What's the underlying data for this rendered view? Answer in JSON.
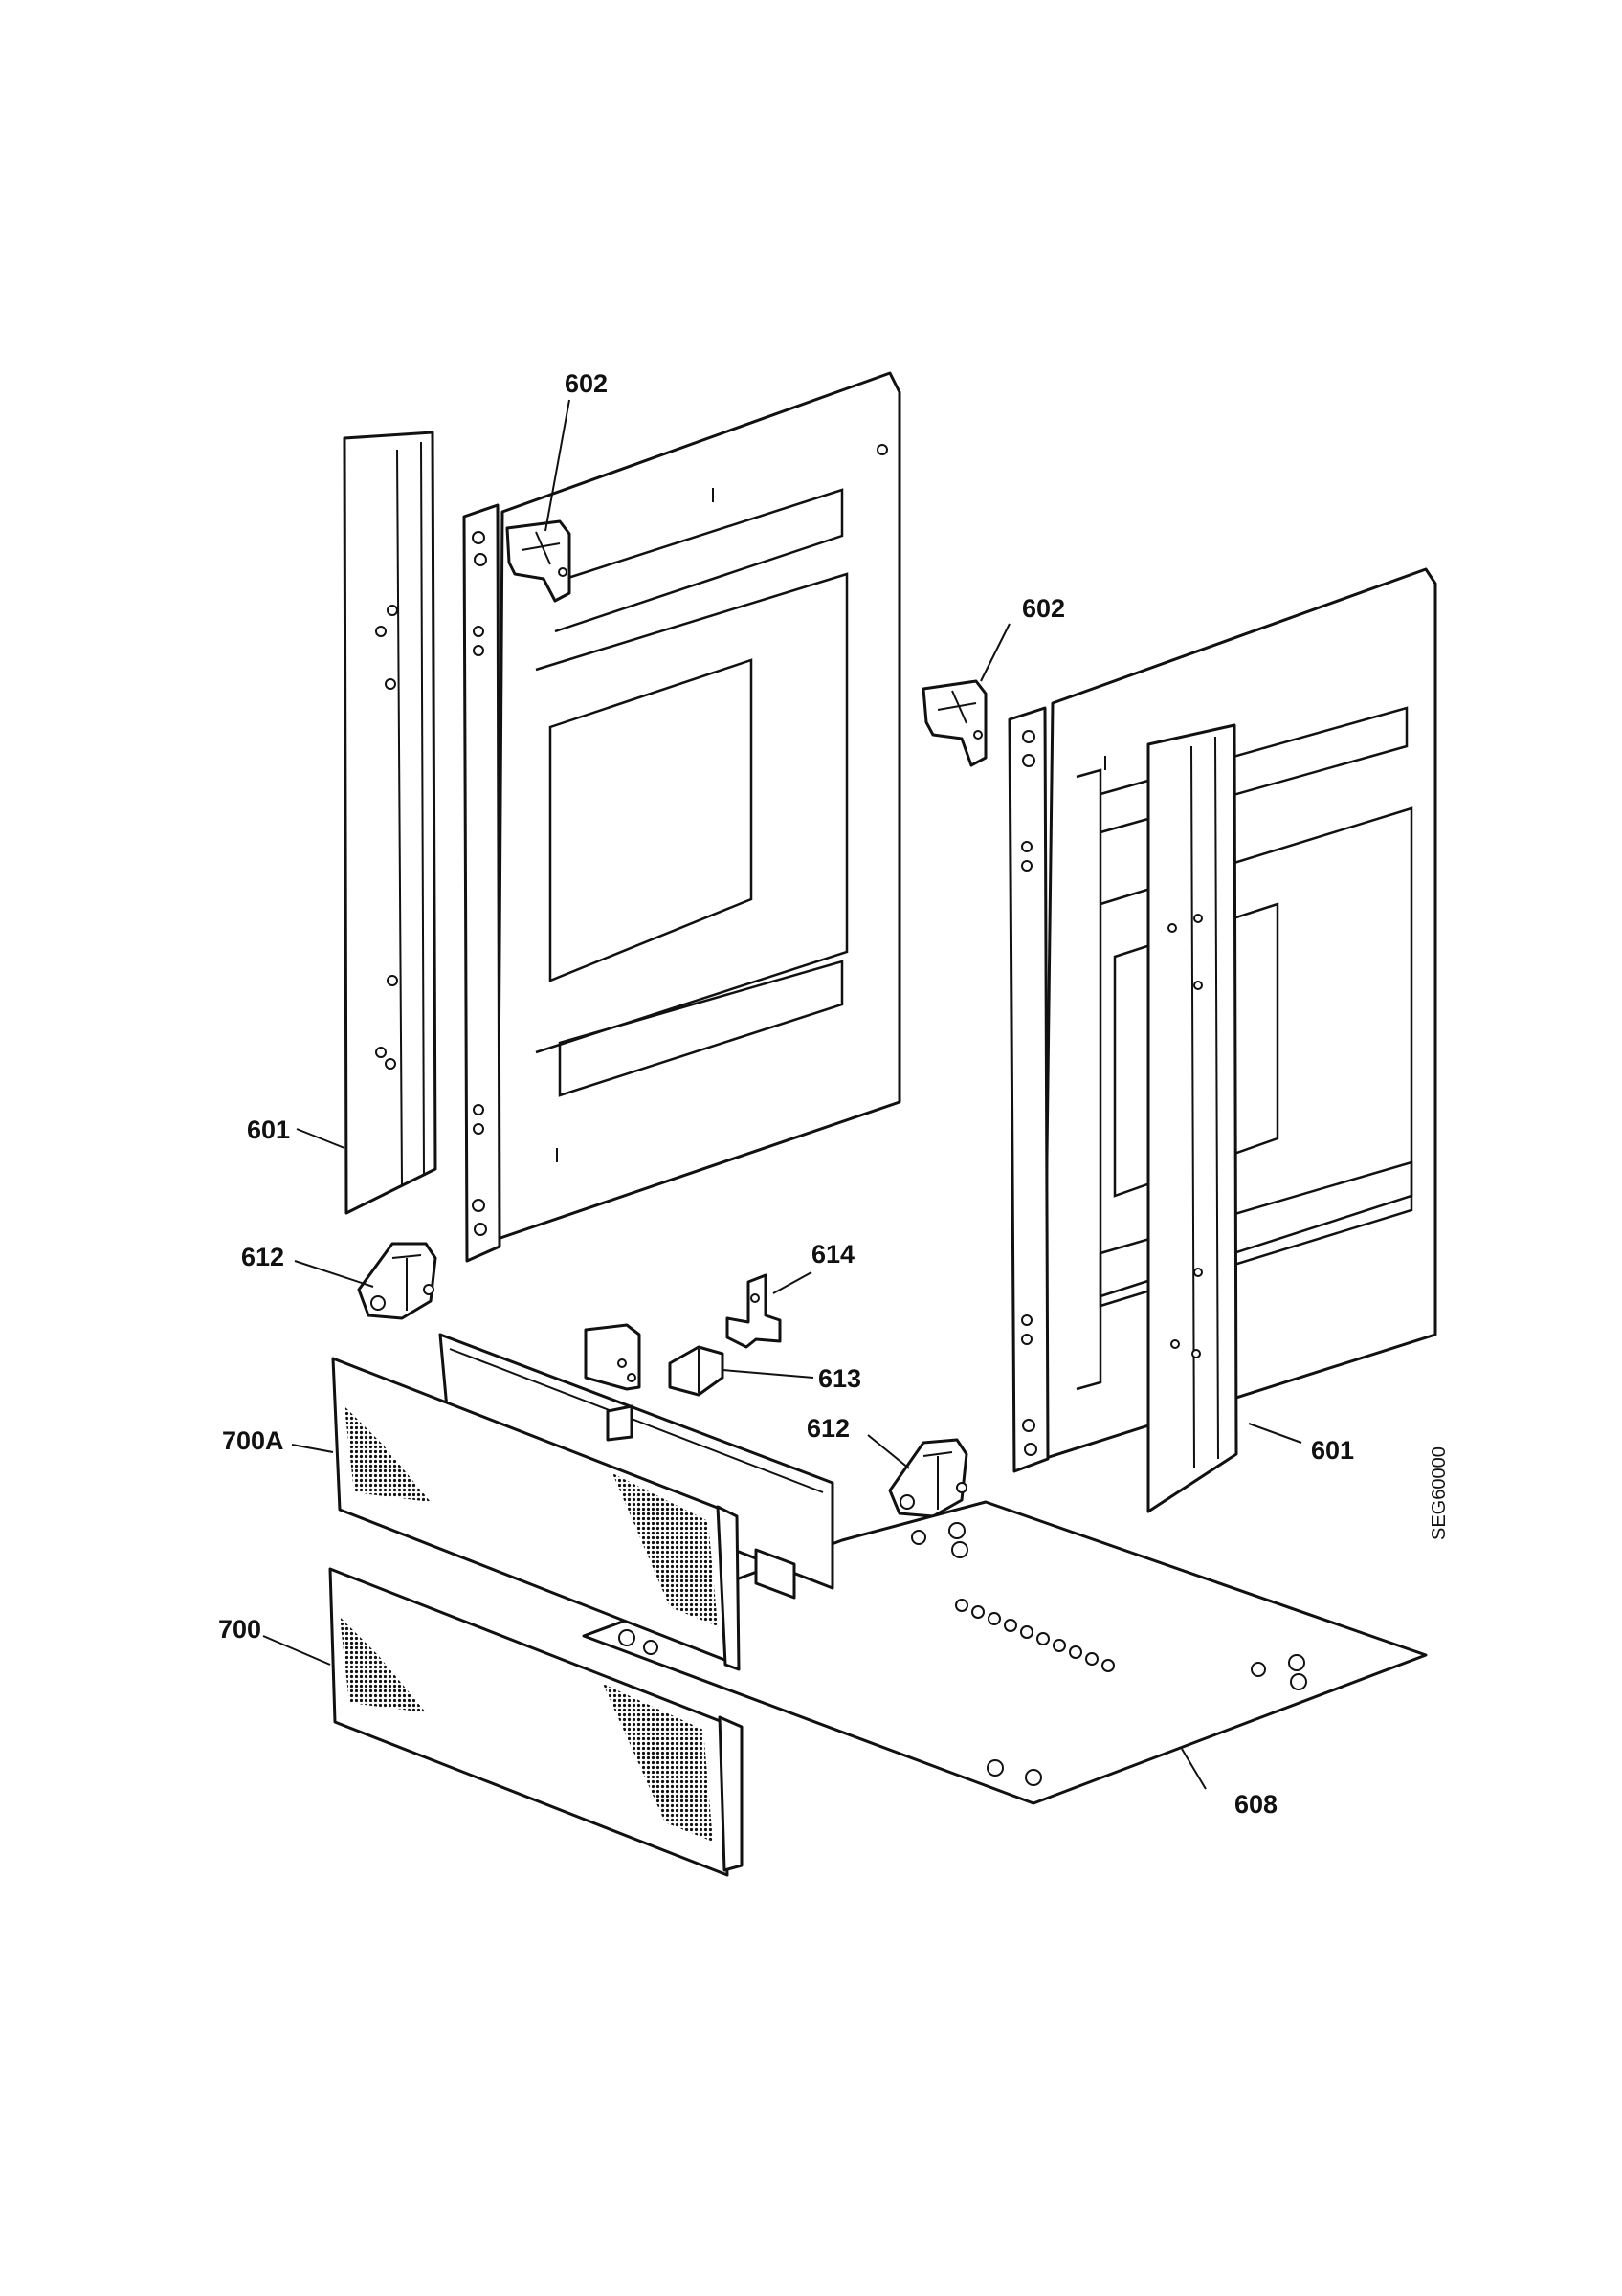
{
  "labels": {
    "l602a": "602",
    "l602b": "602",
    "l601a": "601",
    "l601b": "601",
    "l612a": "612",
    "l612b": "612",
    "l614": "614",
    "l613": "613",
    "l700A": "700A",
    "l700": "700",
    "l608": "608"
  },
  "drawing_code": "SEG60000",
  "colors": {
    "line": "#111111",
    "fill": "#ffffff"
  }
}
